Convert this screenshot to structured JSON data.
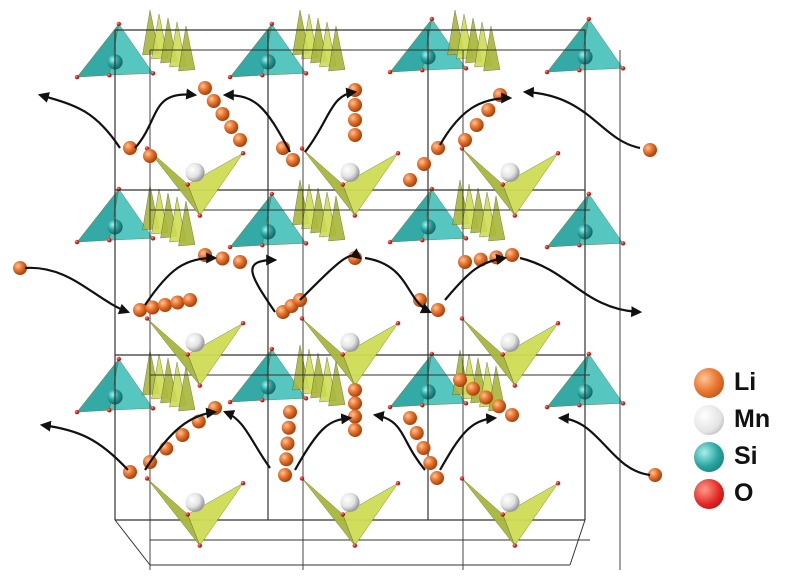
{
  "legend": {
    "items": [
      {
        "label": "Li",
        "color": "#e8722a"
      },
      {
        "label": "Mn",
        "color": "#e6e6e6"
      },
      {
        "label": "Si",
        "color": "#2aa6a2"
      },
      {
        "label": "O",
        "color": "#e32622"
      }
    ]
  },
  "colors": {
    "li": "#e8722a",
    "li_dark": "#b9480f",
    "mn_tetra": "#a8b63a",
    "mn_tetra_light": "#cfdc55",
    "si_tetra": "#2aa6a2",
    "si_tetra_light": "#4cc4bd",
    "cell_lines": "#333333",
    "arrows": "#111111"
  }
}
